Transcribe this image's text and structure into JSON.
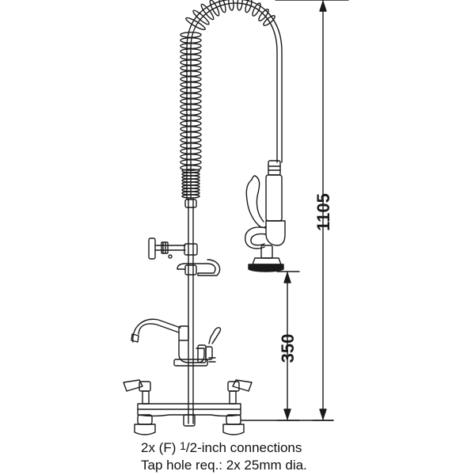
{
  "dimensions": {
    "overall_height": "1105",
    "spray_height": "350"
  },
  "caption": {
    "line1_prefix": "2x (F) ",
    "line1_numerator": "1",
    "line1_rest": "/2-inch connections",
    "line2": "Tap hole req.: 2x 25mm dia."
  },
  "colors": {
    "line": "#1a1a1a",
    "background": "#ffffff"
  }
}
